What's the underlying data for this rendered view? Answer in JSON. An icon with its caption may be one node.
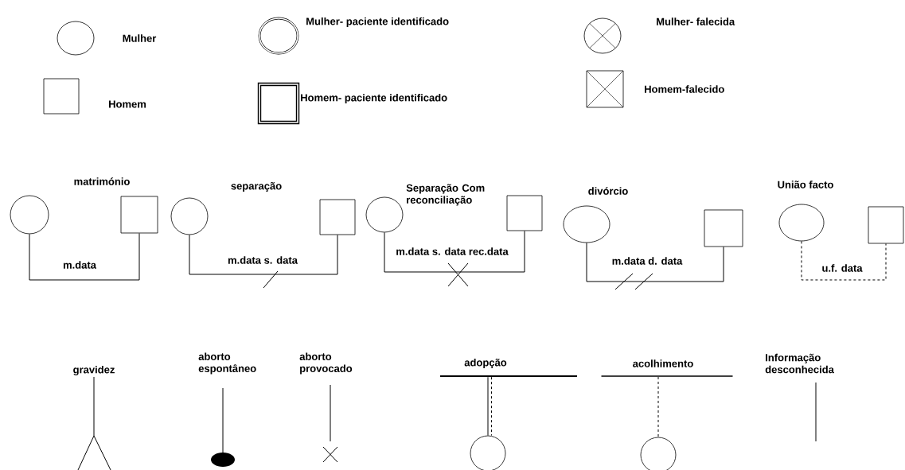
{
  "diagram": {
    "nodes": [
      {
        "text": [],
        "shape": "circle",
        "beside": [
          "Mulher"
        ]
      },
      {
        "text": [],
        "shape": "box",
        "beside": [
          "Homem"
        ]
      },
      {
        "text": [],
        "shape": "circle",
        "beside": [
          "Mulher- paciente identificado"
        ]
      },
      {
        "text": [],
        "shape": "box",
        "beside": [
          "Homem- paciente identificado"
        ]
      },
      {
        "text": [],
        "shape": "circle",
        "beside": [
          "Mulher- falecida"
        ]
      },
      {
        "text": [],
        "shape": "box",
        "beside": [
          "Homem-falecido"
        ]
      },
      {
        "text": [],
        "shape": "circle"
      },
      {
        "text": [],
        "shape": "box"
      },
      {
        "text": [],
        "shape": "circle"
      },
      {
        "text": [],
        "shape": "box"
      },
      {
        "text": [],
        "shape": "circle"
      },
      {
        "text": [],
        "shape": "box"
      },
      {
        "text": [],
        "shape": "circle"
      },
      {
        "text": [],
        "shape": "box"
      },
      {
        "text": [],
        "shape": "circle"
      },
      {
        "text": [],
        "shape": "box"
      },
      {
        "text": [],
        "shape": "bar",
        "beside": [
          "adopção"
        ]
      },
      {
        "text": [],
        "shape": "circle"
      },
      {
        "text": [],
        "shape": "bar",
        "beside": [
          "acolhimento"
        ]
      },
      {
        "text": [],
        "shape": "circle"
      }
    ],
    "edges": [
      {
        "from": 6,
        "to": 7,
        "arrow": "none",
        "label": "m.data"
      },
      {
        "from": 8,
        "to": 9,
        "arrow": "none",
        "label": "m.data s. data"
      },
      {
        "from": 10,
        "to": 11,
        "arrow": "none",
        "label": "m.data s. data rec.data"
      },
      {
        "from": 12,
        "to": 13,
        "arrow": "none",
        "label": "m.data d. data"
      },
      {
        "from": 14,
        "to": 15,
        "arrow": "none",
        "label": "u.f. data",
        "style": "dashed"
      },
      {
        "from": 16,
        "to": 17,
        "arrow": "none"
      },
      {
        "from": 18,
        "to": 19,
        "arrow": "none",
        "style": "dashed"
      }
    ],
    "labels": [
      "matrimónio",
      "separação",
      "Separação Com reconciliação",
      "divórcio",
      "União facto",
      "gravidez",
      "aborto espontâneo",
      "aborto provocado",
      "Informação desconhecida"
    ]
  }
}
